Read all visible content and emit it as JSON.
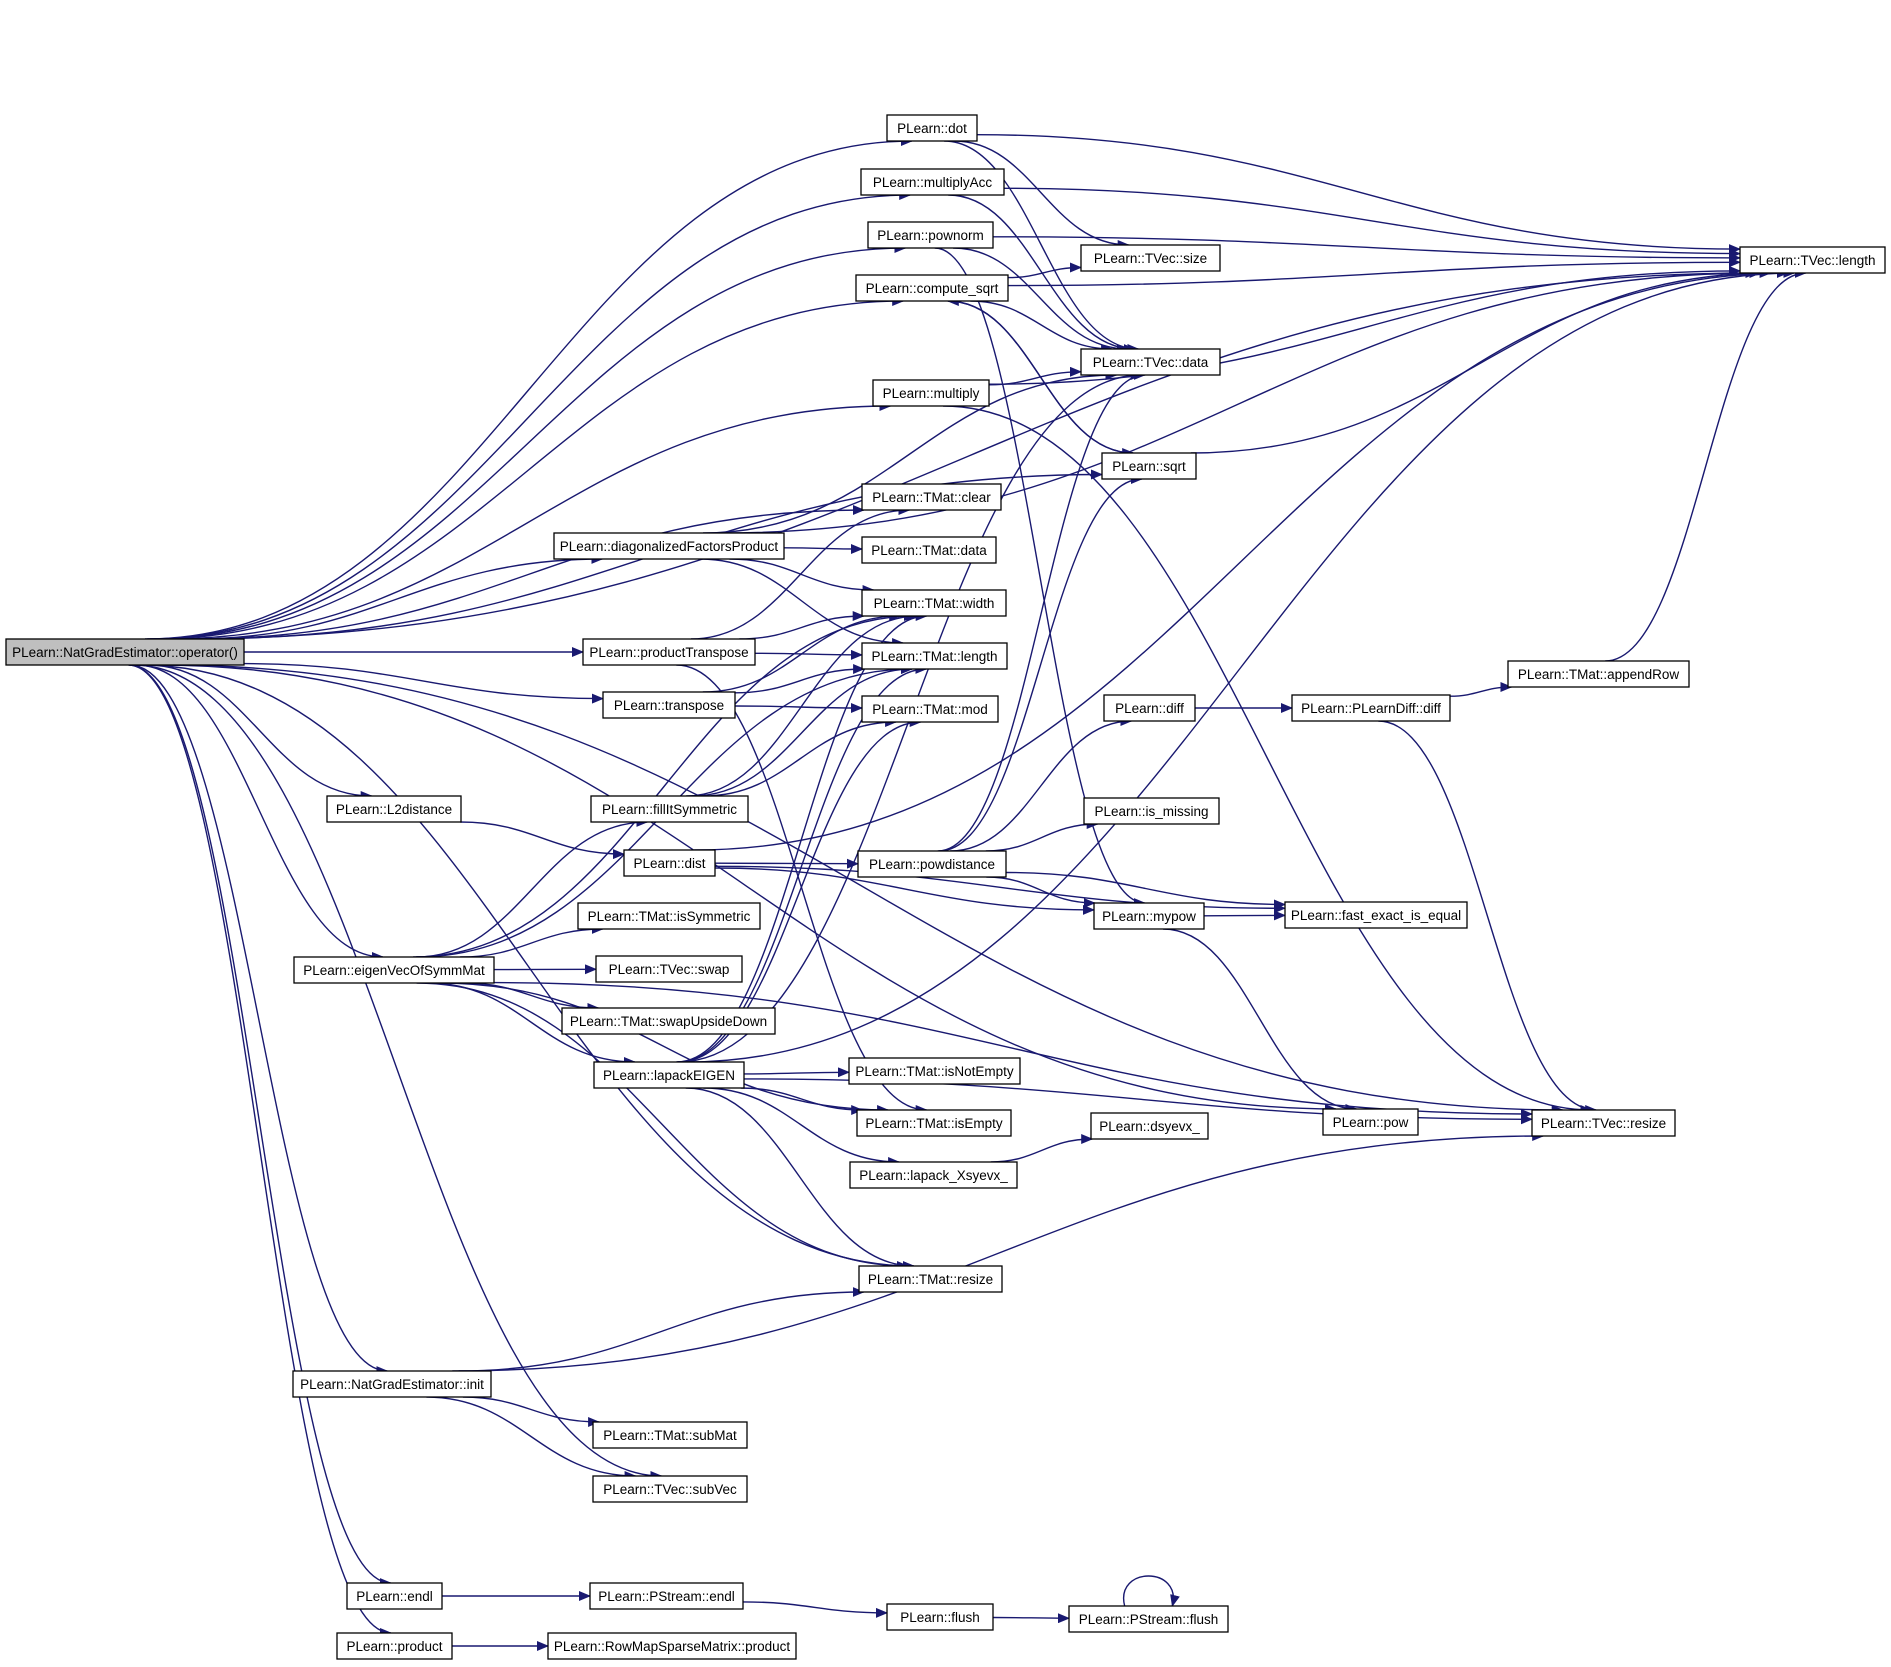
{
  "diagram": {
    "type": "call-graph",
    "edge_color": "#191970",
    "root_fill": "#bfbfbf",
    "nodes": [
      {
        "id": "root",
        "label": "PLearn::NatGradEstimator::operator()"
      },
      {
        "id": "dot",
        "label": "PLearn::dot"
      },
      {
        "id": "multiplyAcc",
        "label": "PLearn::multiplyAcc"
      },
      {
        "id": "pownorm",
        "label": "PLearn::pownorm"
      },
      {
        "id": "compute_sqrt",
        "label": "PLearn::compute_sqrt"
      },
      {
        "id": "multiply",
        "label": "PLearn::multiply"
      },
      {
        "id": "sqrt",
        "label": "PLearn::sqrt"
      },
      {
        "id": "tvec_size",
        "label": "PLearn::TVec::size"
      },
      {
        "id": "tvec_data",
        "label": "PLearn::TVec::data"
      },
      {
        "id": "tvec_length",
        "label": "PLearn::TVec::length"
      },
      {
        "id": "tmat_clear",
        "label": "PLearn::TMat::clear"
      },
      {
        "id": "diagFP",
        "label": "PLearn::diagonalizedFactorsProduct"
      },
      {
        "id": "tmat_data",
        "label": "PLearn::TMat::data"
      },
      {
        "id": "tmat_width",
        "label": "PLearn::TMat::width"
      },
      {
        "id": "productTranspose",
        "label": "PLearn::productTranspose"
      },
      {
        "id": "tmat_length",
        "label": "PLearn::TMat::length"
      },
      {
        "id": "transpose",
        "label": "PLearn::transpose"
      },
      {
        "id": "tmat_mod",
        "label": "PLearn::TMat::mod"
      },
      {
        "id": "tmat_appendRow",
        "label": "PLearn::TMat::appendRow"
      },
      {
        "id": "diff",
        "label": "PLearn::diff"
      },
      {
        "id": "pldiff",
        "label": "PLearn::PLearnDiff::diff"
      },
      {
        "id": "L2distance",
        "label": "PLearn::L2distance"
      },
      {
        "id": "fillItSymmetric",
        "label": "PLearn::fillItSymmetric"
      },
      {
        "id": "is_missing",
        "label": "PLearn::is_missing"
      },
      {
        "id": "dist",
        "label": "PLearn::dist"
      },
      {
        "id": "powdistance",
        "label": "PLearn::powdistance"
      },
      {
        "id": "mypow",
        "label": "PLearn::mypow"
      },
      {
        "id": "fast_exact",
        "label": "PLearn::fast_exact_is_equal"
      },
      {
        "id": "isSymmetric",
        "label": "PLearn::TMat::isSymmetric"
      },
      {
        "id": "eigenVec",
        "label": "PLearn::eigenVecOfSymmMat"
      },
      {
        "id": "tvec_swap",
        "label": "PLearn::TVec::swap"
      },
      {
        "id": "swapUpsideDown",
        "label": "PLearn::TMat::swapUpsideDown"
      },
      {
        "id": "lapackEIGEN",
        "label": "PLearn::lapackEIGEN"
      },
      {
        "id": "isNotEmpty",
        "label": "PLearn::TMat::isNotEmpty"
      },
      {
        "id": "isEmpty",
        "label": "PLearn::TMat::isEmpty"
      },
      {
        "id": "dsyevx",
        "label": "PLearn::dsyevx_"
      },
      {
        "id": "pow",
        "label": "PLearn::pow"
      },
      {
        "id": "tvec_resize",
        "label": "PLearn::TVec::resize"
      },
      {
        "id": "lapack_Xsyevx",
        "label": "PLearn::lapack_Xsyevx_"
      },
      {
        "id": "tmat_resize",
        "label": "PLearn::TMat::resize"
      },
      {
        "id": "nge_init",
        "label": "PLearn::NatGradEstimator::init"
      },
      {
        "id": "subMat",
        "label": "PLearn::TMat::subMat"
      },
      {
        "id": "subVec",
        "label": "PLearn::TVec::subVec"
      },
      {
        "id": "endl",
        "label": "PLearn::endl"
      },
      {
        "id": "pstream_endl",
        "label": "PLearn::PStream::endl"
      },
      {
        "id": "flush",
        "label": "PLearn::flush"
      },
      {
        "id": "pstream_flush",
        "label": "PLearn::PStream::flush"
      },
      {
        "id": "product",
        "label": "PLearn::product"
      },
      {
        "id": "rmsm_product",
        "label": "PLearn::RowMapSparseMatrix::product"
      }
    ],
    "edges": [
      [
        "root",
        "dot"
      ],
      [
        "root",
        "multiplyAcc"
      ],
      [
        "root",
        "pownorm"
      ],
      [
        "root",
        "compute_sqrt"
      ],
      [
        "root",
        "multiply"
      ],
      [
        "root",
        "sqrt"
      ],
      [
        "root",
        "tvec_length"
      ],
      [
        "root",
        "tmat_clear"
      ],
      [
        "root",
        "diagFP"
      ],
      [
        "root",
        "productTranspose"
      ],
      [
        "root",
        "transpose"
      ],
      [
        "root",
        "L2distance"
      ],
      [
        "root",
        "eigenVec"
      ],
      [
        "root",
        "nge_init"
      ],
      [
        "root",
        "tvec_resize"
      ],
      [
        "root",
        "pow"
      ],
      [
        "root",
        "subVec"
      ],
      [
        "root",
        "endl"
      ],
      [
        "root",
        "product"
      ],
      [
        "root",
        "tmat_resize"
      ],
      [
        "dot",
        "tvec_length"
      ],
      [
        "dot",
        "tvec_size"
      ],
      [
        "dot",
        "tvec_data"
      ],
      [
        "multiplyAcc",
        "tvec_length"
      ],
      [
        "multiplyAcc",
        "tvec_data"
      ],
      [
        "pownorm",
        "tvec_length"
      ],
      [
        "pownorm",
        "tvec_data"
      ],
      [
        "pownorm",
        "mypow"
      ],
      [
        "compute_sqrt",
        "tvec_length"
      ],
      [
        "compute_sqrt",
        "tvec_size"
      ],
      [
        "compute_sqrt",
        "tvec_data"
      ],
      [
        "compute_sqrt",
        "sqrt"
      ],
      [
        "multiply",
        "tvec_data"
      ],
      [
        "multiply",
        "tvec_length"
      ],
      [
        "multiply",
        "tvec_resize"
      ],
      [
        "sqrt",
        "tvec_length"
      ],
      [
        "sqrt",
        "compute_sqrt"
      ],
      [
        "diagFP",
        "tvec_data"
      ],
      [
        "diagFP",
        "tmat_data"
      ],
      [
        "diagFP",
        "tmat_width"
      ],
      [
        "diagFP",
        "tmat_length"
      ],
      [
        "diagFP",
        "tvec_length"
      ],
      [
        "productTranspose",
        "tmat_clear"
      ],
      [
        "productTranspose",
        "tmat_width"
      ],
      [
        "productTranspose",
        "tmat_length"
      ],
      [
        "productTranspose",
        "isEmpty"
      ],
      [
        "transpose",
        "tmat_width"
      ],
      [
        "transpose",
        "tmat_length"
      ],
      [
        "transpose",
        "tmat_mod"
      ],
      [
        "L2distance",
        "dist"
      ],
      [
        "dist",
        "powdistance"
      ],
      [
        "dist",
        "mypow"
      ],
      [
        "dist",
        "fast_exact"
      ],
      [
        "dist",
        "tvec_length"
      ],
      [
        "powdistance",
        "diff"
      ],
      [
        "powdistance",
        "is_missing"
      ],
      [
        "powdistance",
        "fast_exact"
      ],
      [
        "powdistance",
        "mypow"
      ],
      [
        "powdistance",
        "tvec_data"
      ],
      [
        "powdistance",
        "sqrt"
      ],
      [
        "mypow",
        "fast_exact"
      ],
      [
        "mypow",
        "pow"
      ],
      [
        "diff",
        "pldiff"
      ],
      [
        "pldiff",
        "tmat_appendRow"
      ],
      [
        "pldiff",
        "tvec_resize"
      ],
      [
        "tmat_appendRow",
        "tvec_length"
      ],
      [
        "fillItSymmetric",
        "tmat_width"
      ],
      [
        "fillItSymmetric",
        "tmat_length"
      ],
      [
        "fillItSymmetric",
        "tmat_mod"
      ],
      [
        "eigenVec",
        "tmat_width"
      ],
      [
        "eigenVec",
        "tmat_length"
      ],
      [
        "eigenVec",
        "fillItSymmetric"
      ],
      [
        "eigenVec",
        "isSymmetric"
      ],
      [
        "eigenVec",
        "tvec_swap"
      ],
      [
        "eigenVec",
        "swapUpsideDown"
      ],
      [
        "eigenVec",
        "lapackEIGEN"
      ],
      [
        "eigenVec",
        "isEmpty"
      ],
      [
        "eigenVec",
        "tvec_resize"
      ],
      [
        "eigenVec",
        "tmat_resize"
      ],
      [
        "lapackEIGEN",
        "isNotEmpty"
      ],
      [
        "lapackEIGEN",
        "isEmpty"
      ],
      [
        "lapackEIGEN",
        "lapack_Xsyevx"
      ],
      [
        "lapackEIGEN",
        "tmat_resize"
      ],
      [
        "lapackEIGEN",
        "tvec_resize"
      ],
      [
        "lapackEIGEN",
        "tvec_data"
      ],
      [
        "lapackEIGEN",
        "tmat_width"
      ],
      [
        "lapackEIGEN",
        "tmat_length"
      ],
      [
        "lapackEIGEN",
        "tmat_mod"
      ],
      [
        "lapackEIGEN",
        "tvec_length"
      ],
      [
        "lapack_Xsyevx",
        "dsyevx"
      ],
      [
        "nge_init",
        "tmat_resize"
      ],
      [
        "nge_init",
        "tvec_resize"
      ],
      [
        "nge_init",
        "subMat"
      ],
      [
        "nge_init",
        "subVec"
      ],
      [
        "endl",
        "pstream_endl"
      ],
      [
        "pstream_endl",
        "flush"
      ],
      [
        "flush",
        "pstream_flush"
      ],
      [
        "pstream_flush",
        "pstream_flush"
      ],
      [
        "product",
        "rmsm_product"
      ]
    ]
  }
}
